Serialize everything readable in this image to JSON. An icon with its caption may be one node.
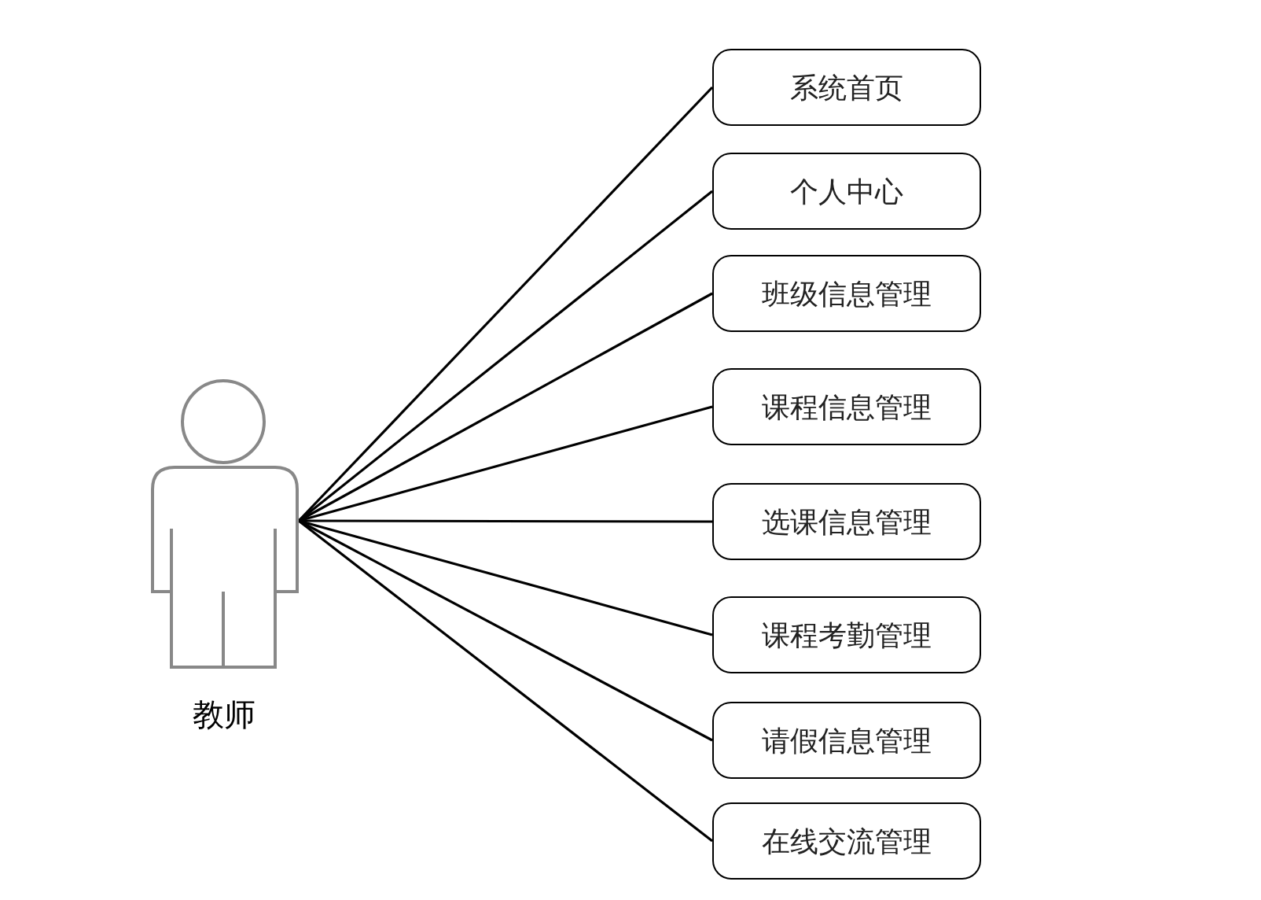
{
  "diagram": {
    "nodes": [
      {
        "text": [
          "教师"
        ]
      },
      {
        "text": [
          "系统首页"
        ]
      },
      {
        "text": [
          "个人中心"
        ]
      },
      {
        "text": [
          "班级信息管理"
        ]
      },
      {
        "text": [
          "课程信息管理"
        ]
      },
      {
        "text": [
          "选课信息管理"
        ]
      },
      {
        "text": [
          "课程考勤管理"
        ]
      },
      {
        "text": [
          "请假信息管理"
        ]
      },
      {
        "text": [
          "在线交流管理"
        ]
      }
    ],
    "edges": [
      {
        "from": 0,
        "to": 1,
        "arrow": "none"
      },
      {
        "from": 0,
        "to": 2,
        "arrow": "none"
      },
      {
        "from": 0,
        "to": 3,
        "arrow": "none"
      },
      {
        "from": 0,
        "to": 4,
        "arrow": "none"
      },
      {
        "from": 0,
        "to": 5,
        "arrow": "none"
      },
      {
        "from": 0,
        "to": 6,
        "arrow": "none"
      },
      {
        "from": 0,
        "to": 7,
        "arrow": "none"
      },
      {
        "from": 0,
        "to": 8,
        "arrow": "none"
      }
    ]
  }
}
